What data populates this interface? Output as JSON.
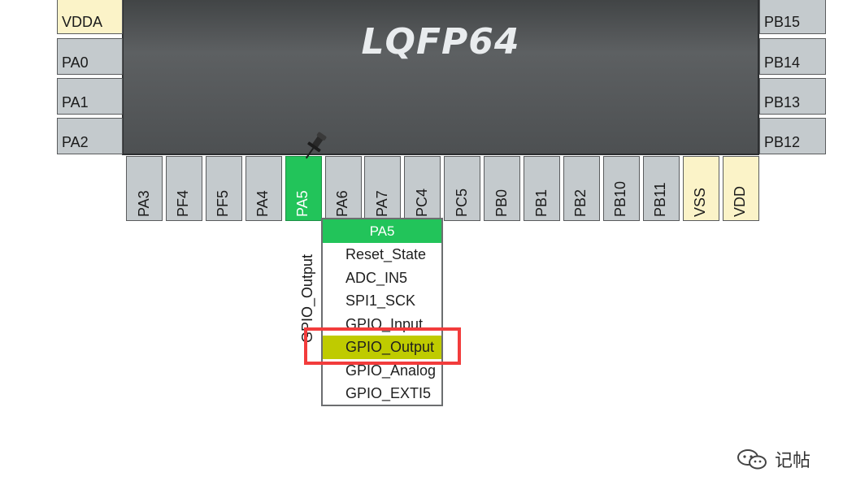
{
  "chip": {
    "title": "LQFP64",
    "color": "#4d5052"
  },
  "left_pins": [
    {
      "label": "VDDA",
      "type": "power"
    },
    {
      "label": "PA0",
      "type": "normal"
    },
    {
      "label": "PA1",
      "type": "normal"
    },
    {
      "label": "PA2",
      "type": "normal"
    }
  ],
  "right_pins": [
    {
      "label": "PB15",
      "type": "normal"
    },
    {
      "label": "PB14",
      "type": "normal"
    },
    {
      "label": "PB13",
      "type": "normal"
    },
    {
      "label": "PB12",
      "type": "normal"
    }
  ],
  "bottom_pins": [
    {
      "label": "PA3",
      "type": "normal"
    },
    {
      "label": "PF4",
      "type": "normal"
    },
    {
      "label": "PF5",
      "type": "normal"
    },
    {
      "label": "PA4",
      "type": "normal"
    },
    {
      "label": "PA5",
      "type": "active"
    },
    {
      "label": "PA6",
      "type": "normal"
    },
    {
      "label": "PA7",
      "type": "normal"
    },
    {
      "label": "PC4",
      "type": "normal"
    },
    {
      "label": "PC5",
      "type": "normal"
    },
    {
      "label": "PB0",
      "type": "normal"
    },
    {
      "label": "PB1",
      "type": "normal"
    },
    {
      "label": "PB2",
      "type": "normal"
    },
    {
      "label": "PB10",
      "type": "normal"
    },
    {
      "label": "PB11",
      "type": "normal"
    },
    {
      "label": "VSS",
      "type": "power"
    },
    {
      "label": "VDD",
      "type": "power"
    }
  ],
  "pin_mode_label": "GPIO_Output",
  "popup": {
    "header": "PA5",
    "items": [
      {
        "label": "Reset_State",
        "selected": false
      },
      {
        "label": "ADC_IN5",
        "selected": false
      },
      {
        "label": "SPI1_SCK",
        "selected": false
      },
      {
        "label": "GPIO_Input",
        "selected": false
      },
      {
        "label": "GPIO_Output",
        "selected": true
      },
      {
        "label": "GPIO_Analog",
        "selected": false
      },
      {
        "label": "GPIO_EXTI5",
        "selected": false
      }
    ]
  },
  "colors": {
    "active_pin": "#22c45a",
    "selected_item": "#bfcb00",
    "highlight": "#f23c3c",
    "power_pin": "#fbf3c8"
  },
  "watermark": {
    "icon": "wechat-icon",
    "text": "记帖"
  }
}
